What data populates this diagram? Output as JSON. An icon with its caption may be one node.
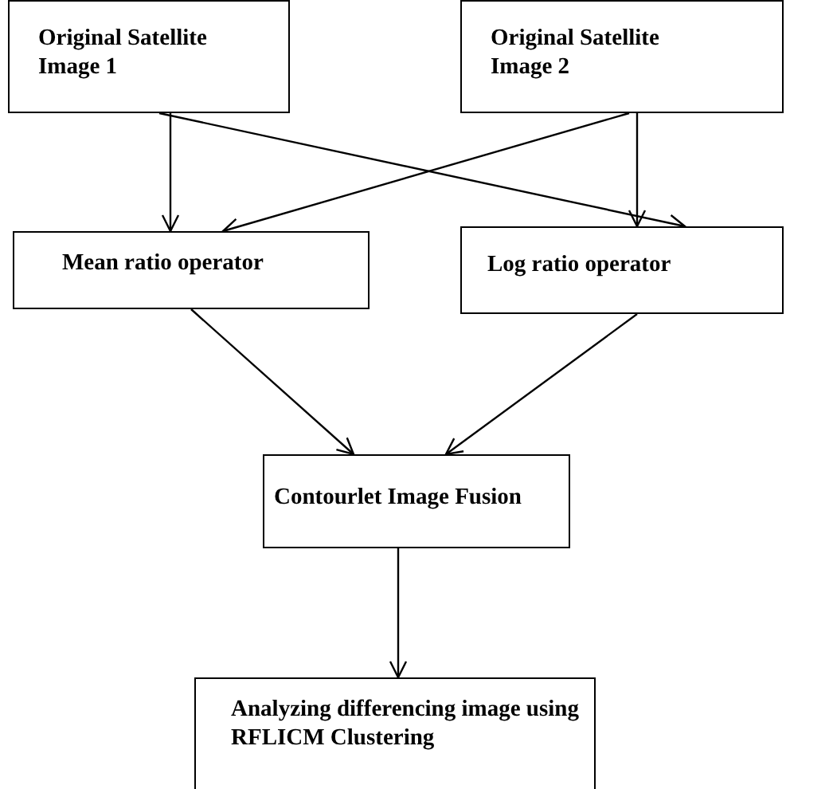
{
  "diagram": {
    "nodes": [
      {
        "text": [
          "Original Satellite Image 1"
        ]
      },
      {
        "text": [
          "Original Satellite Image 2"
        ]
      },
      {
        "text": [
          "Mean ratio operator"
        ]
      },
      {
        "text": [
          "Log ratio operator"
        ]
      },
      {
        "text": [
          "Contourlet Image Fusion"
        ]
      },
      {
        "text": [
          "Analyzing differencing image using RFLICM Clustering"
        ]
      }
    ],
    "edges": [
      {
        "from": 0,
        "to": 2,
        "arrow": "to"
      },
      {
        "from": 0,
        "to": 3,
        "arrow": "to"
      },
      {
        "from": 1,
        "to": 2,
        "arrow": "to"
      },
      {
        "from": 1,
        "to": 3,
        "arrow": "to"
      },
      {
        "from": 2,
        "to": 4,
        "arrow": "to"
      },
      {
        "from": 3,
        "to": 4,
        "arrow": "to"
      },
      {
        "from": 4,
        "to": 5,
        "arrow": "to"
      }
    ]
  }
}
